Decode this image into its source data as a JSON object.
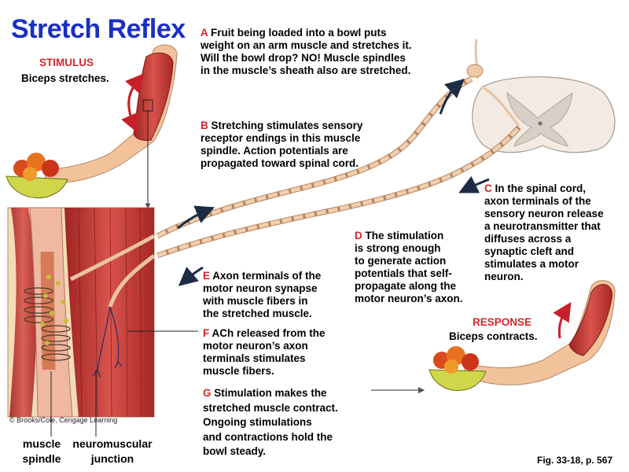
{
  "title": "Stretch Reflex",
  "stimulus": {
    "heading": "STIMULUS",
    "text": "Biceps stretches."
  },
  "response": {
    "heading": "RESPONSE",
    "text": "Biceps contracts."
  },
  "steps": {
    "a": {
      "letter": "A",
      "lines": [
        "Fruit being loaded into a bowl puts",
        "weight on an arm muscle and stretches it.",
        "Will the bowl drop? NO! Muscle spindles",
        "in the muscle’s sheath also are stretched."
      ]
    },
    "b": {
      "letter": "B",
      "lines": [
        "Stretching stimulates sensory",
        "receptor endings in this muscle",
        "spindle. Action potentials are",
        "propagated toward spinal cord."
      ]
    },
    "c": {
      "letter": "C",
      "lines": [
        "In the spinal cord,",
        "axon terminals of the",
        "sensory neuron release",
        "a neurotransmitter that",
        "diffuses across a",
        "synaptic cleft and",
        "stimulates a motor",
        "neuron."
      ]
    },
    "d": {
      "letter": "D",
      "lines": [
        "The stimulation",
        "is strong enough",
        "to generate action",
        "potentials that self-",
        "propagate along the",
        "motor neuron’s axon."
      ]
    },
    "e": {
      "letter": "E",
      "lines": [
        "Axon terminals of the",
        "motor neuron synapse",
        "with muscle fibers in",
        "the stretched muscle."
      ]
    },
    "f": {
      "letter": "F",
      "lines": [
        "ACh released from the",
        "motor neuron’s axon",
        "terminals stimulates",
        "muscle fibers."
      ]
    },
    "g": {
      "letter": "G",
      "lines": [
        "Stimulation makes the",
        "stretched muscle contract.",
        "Ongoing stimulations",
        "and contractions hold the",
        "bowl steady."
      ]
    }
  },
  "bottom_labels": {
    "muscle_spindle": [
      "muscle",
      "spindle"
    ],
    "nmj": [
      "neuromuscular",
      "junction"
    ]
  },
  "credit": "© Brooks/Cole, Cengage Learning",
  "figure_ref": "Fig. 33-18, p. 567",
  "colors": {
    "title": "#1a2fc4",
    "step_letter": "#d6262b",
    "muscle": "#c83a36",
    "nerve": "#e9c3a3",
    "skin": "#f2c39b",
    "arrow_red": "#c8202a",
    "arrow_dark": "#1c2c44"
  }
}
